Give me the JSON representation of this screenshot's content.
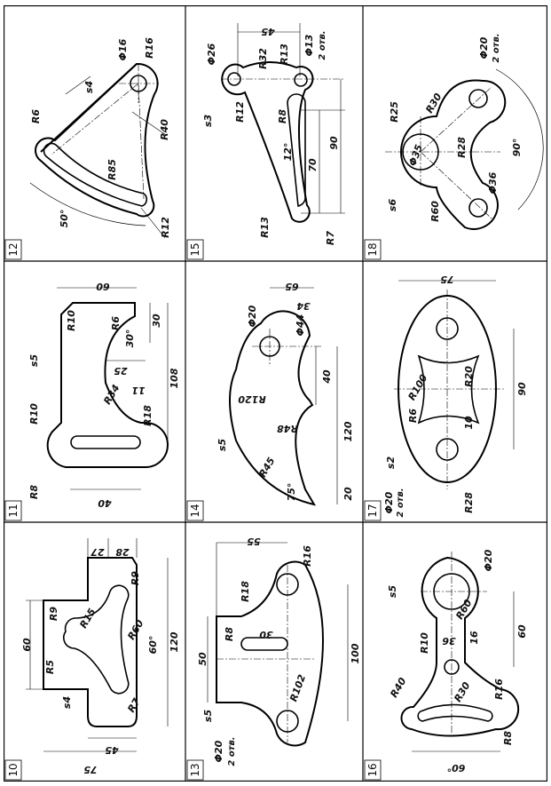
{
  "cells": [
    {
      "number": "10",
      "labels": [
        "60",
        "R9",
        "R5",
        "s4",
        "R9",
        "R15",
        "R60",
        "60°",
        "27",
        "28",
        "120",
        "R7",
        "45",
        "75"
      ]
    },
    {
      "number": "11",
      "labels": [
        "60",
        "R10",
        "R6",
        "30°",
        "30",
        "s5",
        "25",
        "11",
        "R34",
        "108",
        "R10",
        "R18",
        "R8",
        "40"
      ]
    },
    {
      "number": "12",
      "labels": [
        "Φ16",
        "R16",
        "s4",
        "R6",
        "R85",
        "R40",
        "50°",
        "R12"
      ]
    },
    {
      "number": "13",
      "labels": [
        "55",
        "R16",
        "R18",
        "50",
        "R8",
        "30",
        "100",
        "s5",
        "R102",
        "Φ20",
        "2 отв."
      ]
    },
    {
      "number": "14",
      "labels": [
        "65",
        "Φ20",
        "34",
        "Φ44",
        "40",
        "R120",
        "R48",
        "s5",
        "120",
        "R45",
        "75°",
        "20"
      ]
    },
    {
      "number": "15",
      "labels": [
        "45",
        "Φ26",
        "R32",
        "R13",
        "Φ13",
        "2 отв.",
        "s3",
        "R12",
        "R8",
        "12°",
        "90",
        "70",
        "R13",
        "R7"
      ]
    },
    {
      "number": "16",
      "labels": [
        "Φ20",
        "s5",
        "R60",
        "R10",
        "36",
        "16",
        "60",
        "R40",
        "R30",
        "R16",
        "R8",
        "60°"
      ]
    },
    {
      "number": "17",
      "labels": [
        "75",
        "s2",
        "R100",
        "R20",
        "90",
        "R6",
        "10",
        "Φ20",
        "2 отв.",
        "R28"
      ]
    },
    {
      "number": "18",
      "labels": [
        "Φ20",
        "2 отв.",
        "R25",
        "R30",
        "R28",
        "Φ35",
        "90°",
        "s6",
        "R60",
        "Φ36"
      ]
    }
  ]
}
